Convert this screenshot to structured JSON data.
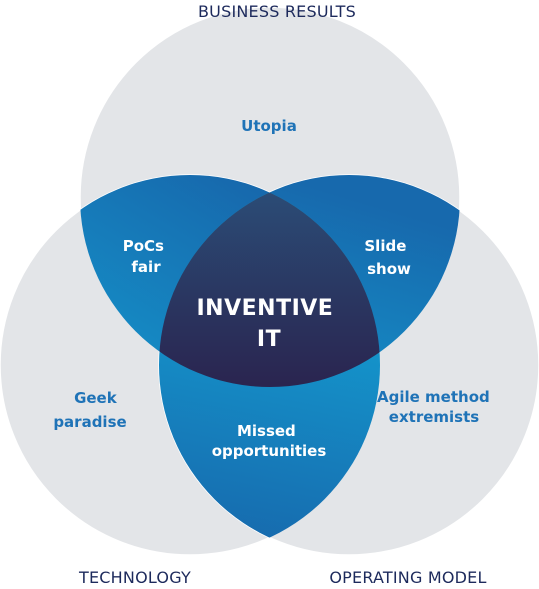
{
  "sets": {
    "top": "BUSINESS RESULTS",
    "left": "TECHNOLOGY",
    "right": "OPERATING MODEL"
  },
  "regions": {
    "top_only": "Utopia",
    "left_only": [
      "Geek",
      "paradise"
    ],
    "right_only": [
      "Agile method",
      "extremists"
    ],
    "top_left": [
      "PoCs",
      "fair"
    ],
    "top_right": [
      "Slide",
      "show"
    ],
    "left_right": [
      "Missed",
      "opportunities"
    ],
    "center": [
      "INVENTIVE",
      "IT"
    ]
  },
  "colors": {
    "circle_fill": "#e3e5e8",
    "overlap_light": "#12b3e0",
    "overlap_dark": "#1769ad",
    "center_top": "#2b4f79",
    "center_bottom": "#25123d",
    "region_text": "#1f73b7",
    "set_label_text": "#1d2a5c"
  }
}
